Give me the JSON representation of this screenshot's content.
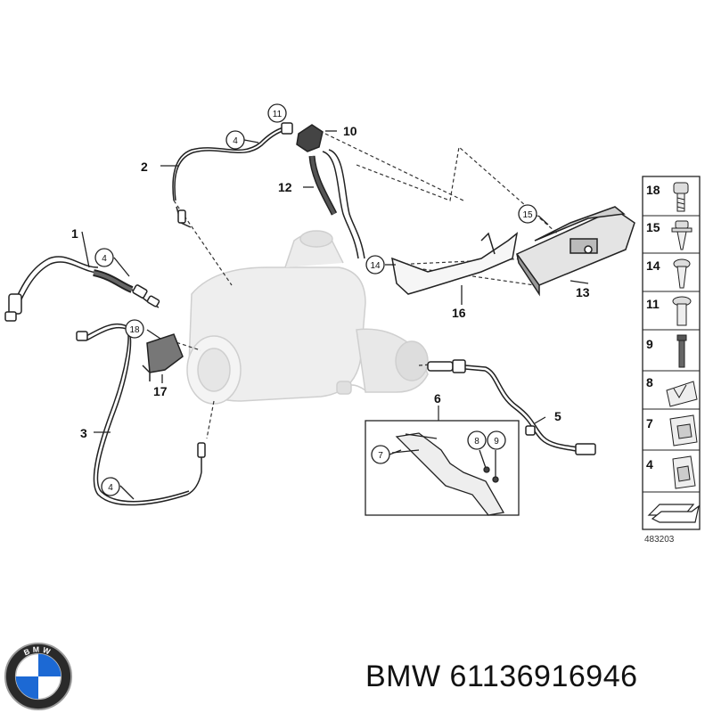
{
  "callouts": {
    "c1": "1",
    "c2": "2",
    "c3": "3",
    "c5": "5",
    "c6": "6",
    "c10": "10",
    "c12": "12",
    "c13": "13",
    "c16": "16",
    "c17": "17",
    "b4a": "4",
    "b4b": "4",
    "b4c": "4",
    "b7": "7",
    "b8": "8",
    "b9": "9",
    "b11": "11",
    "b14": "14",
    "b15": "15",
    "b18": "18"
  },
  "parts_panel": [
    "18",
    "15",
    "14",
    "11",
    "9",
    "8",
    "7",
    "4"
  ],
  "reference_number": "483203",
  "brand_line": "BMW 61136916946",
  "logo_letters": "BMW",
  "colors": {
    "line": "#222222",
    "part_gray": "#cfcfcf",
    "bmw_blue": "#1c69d4"
  }
}
